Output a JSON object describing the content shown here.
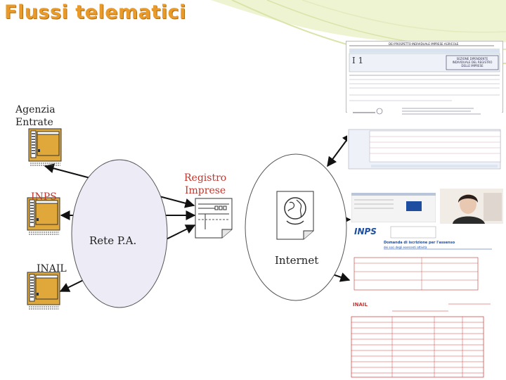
{
  "title": "Flussi telematici",
  "nodes": {
    "agenzia": "Agenzia\nEntrate",
    "inps": "INPS",
    "inail": "INAIL",
    "registro": "Registro\nImprese",
    "rete_pa": "Rete P.A.",
    "internet": "Internet"
  },
  "documents": {
    "registro_form": {
      "line1": "DEI PROSPETTO INDIVIDUALE IMPRESE AGRICOLE",
      "code": "I 1",
      "box": "SEZIONE DIPENDENTE INDIVIDUALE DEL REGISTRO DELLE IMPRESE"
    },
    "inps_form": {
      "logo": "INPS",
      "heading": "Domanda di iscrizione per l'assenso",
      "sub": "dei soci degli esercenti attività"
    },
    "inail_form": {
      "logo": "INAIL"
    }
  },
  "colors": {
    "title": "#e89a2a",
    "server_body": "#e0a83a",
    "node_red": "#c0362c",
    "swoosh": "#d8e4a8",
    "form_red": "#d0312d",
    "inps_blue": "#1d4ea0"
  },
  "icons": [
    "server-icon",
    "globe-document-icon",
    "registry-document-icon"
  ]
}
